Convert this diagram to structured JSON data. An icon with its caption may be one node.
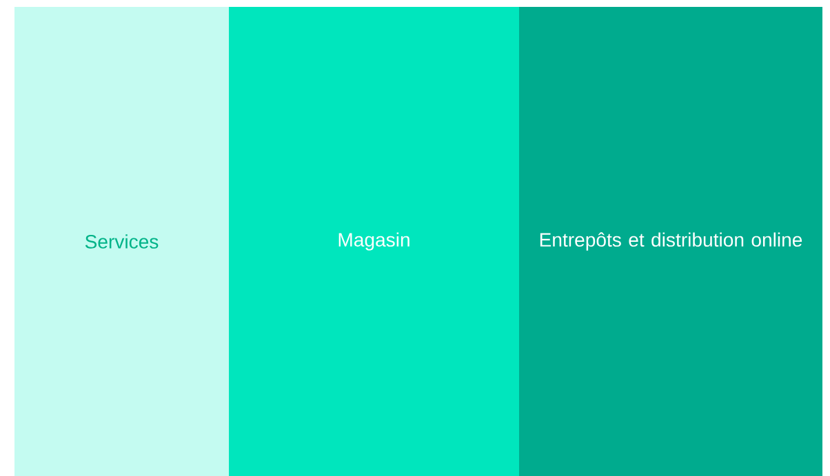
{
  "diagram": {
    "nodes": [
      {
        "text": [
          "Services"
        ]
      },
      {
        "text": [
          "Magasin"
        ]
      },
      {
        "text": [
          "Entrepôts et distribution online"
        ]
      }
    ]
  }
}
